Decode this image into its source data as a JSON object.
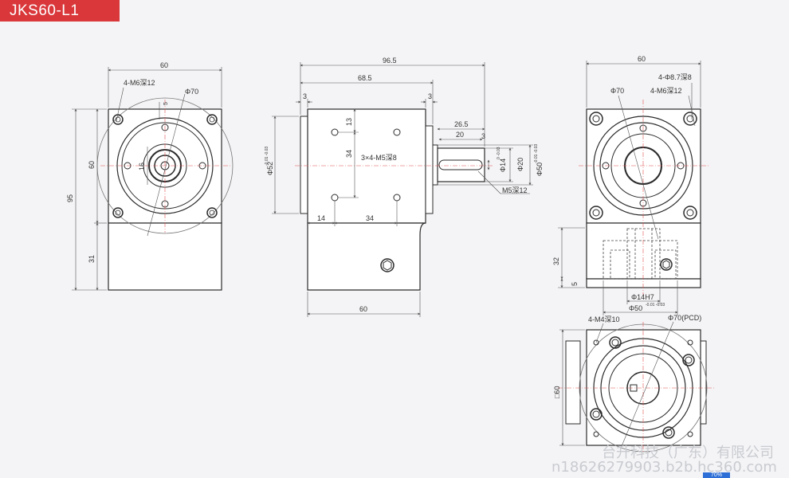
{
  "title": "JKS60-L1",
  "watermark": {
    "company": "台升科技（广东）有限公司",
    "contact": "n18626279903.b2b.hc360.com"
  },
  "zoom": "70%",
  "views": {
    "front": {
      "dims": {
        "width": "60",
        "holes": "4-M6深12",
        "pcd": "Φ70",
        "flange": "60",
        "height": "95",
        "base": "31",
        "shaft": "16",
        "key": "5"
      }
    },
    "side": {
      "dims": {
        "total": "96.5",
        "body": "68.5",
        "gap_left": "3",
        "gap_right": "3",
        "shaft_len": "26.5",
        "key_len": "20",
        "key_off": "3",
        "d52": "Φ52",
        "d52_tol": "-0.01 -0.03",
        "v13": "13",
        "v34": "34",
        "holes": "3×4-M5深8",
        "d14": "Φ14",
        "d14_tol": "0 -0.03",
        "d20": "Φ20",
        "d50": "Φ50",
        "d50_tol": "-0.01 -0.03",
        "tap": "M5深12",
        "h14": "14",
        "h34": "34",
        "base_w": "60"
      }
    },
    "right": {
      "dims": {
        "width": "60",
        "holes_a": "4-Φ8.7深8",
        "holes_b": "4-M6深12",
        "pcd": "Φ70",
        "h32": "32",
        "h5": "5",
        "bore": "Φ14H7",
        "d50": "Φ50",
        "d50_tol": "-0.01 -0.03"
      }
    },
    "bottom": {
      "dims": {
        "holes": "4-M4深10",
        "pcd": "Φ70(PCD)",
        "square": "□60"
      }
    }
  },
  "colors": {
    "badge": "#d9373a",
    "line": "#2b2b2b",
    "center": "#e05050",
    "dim": "#555555"
  }
}
